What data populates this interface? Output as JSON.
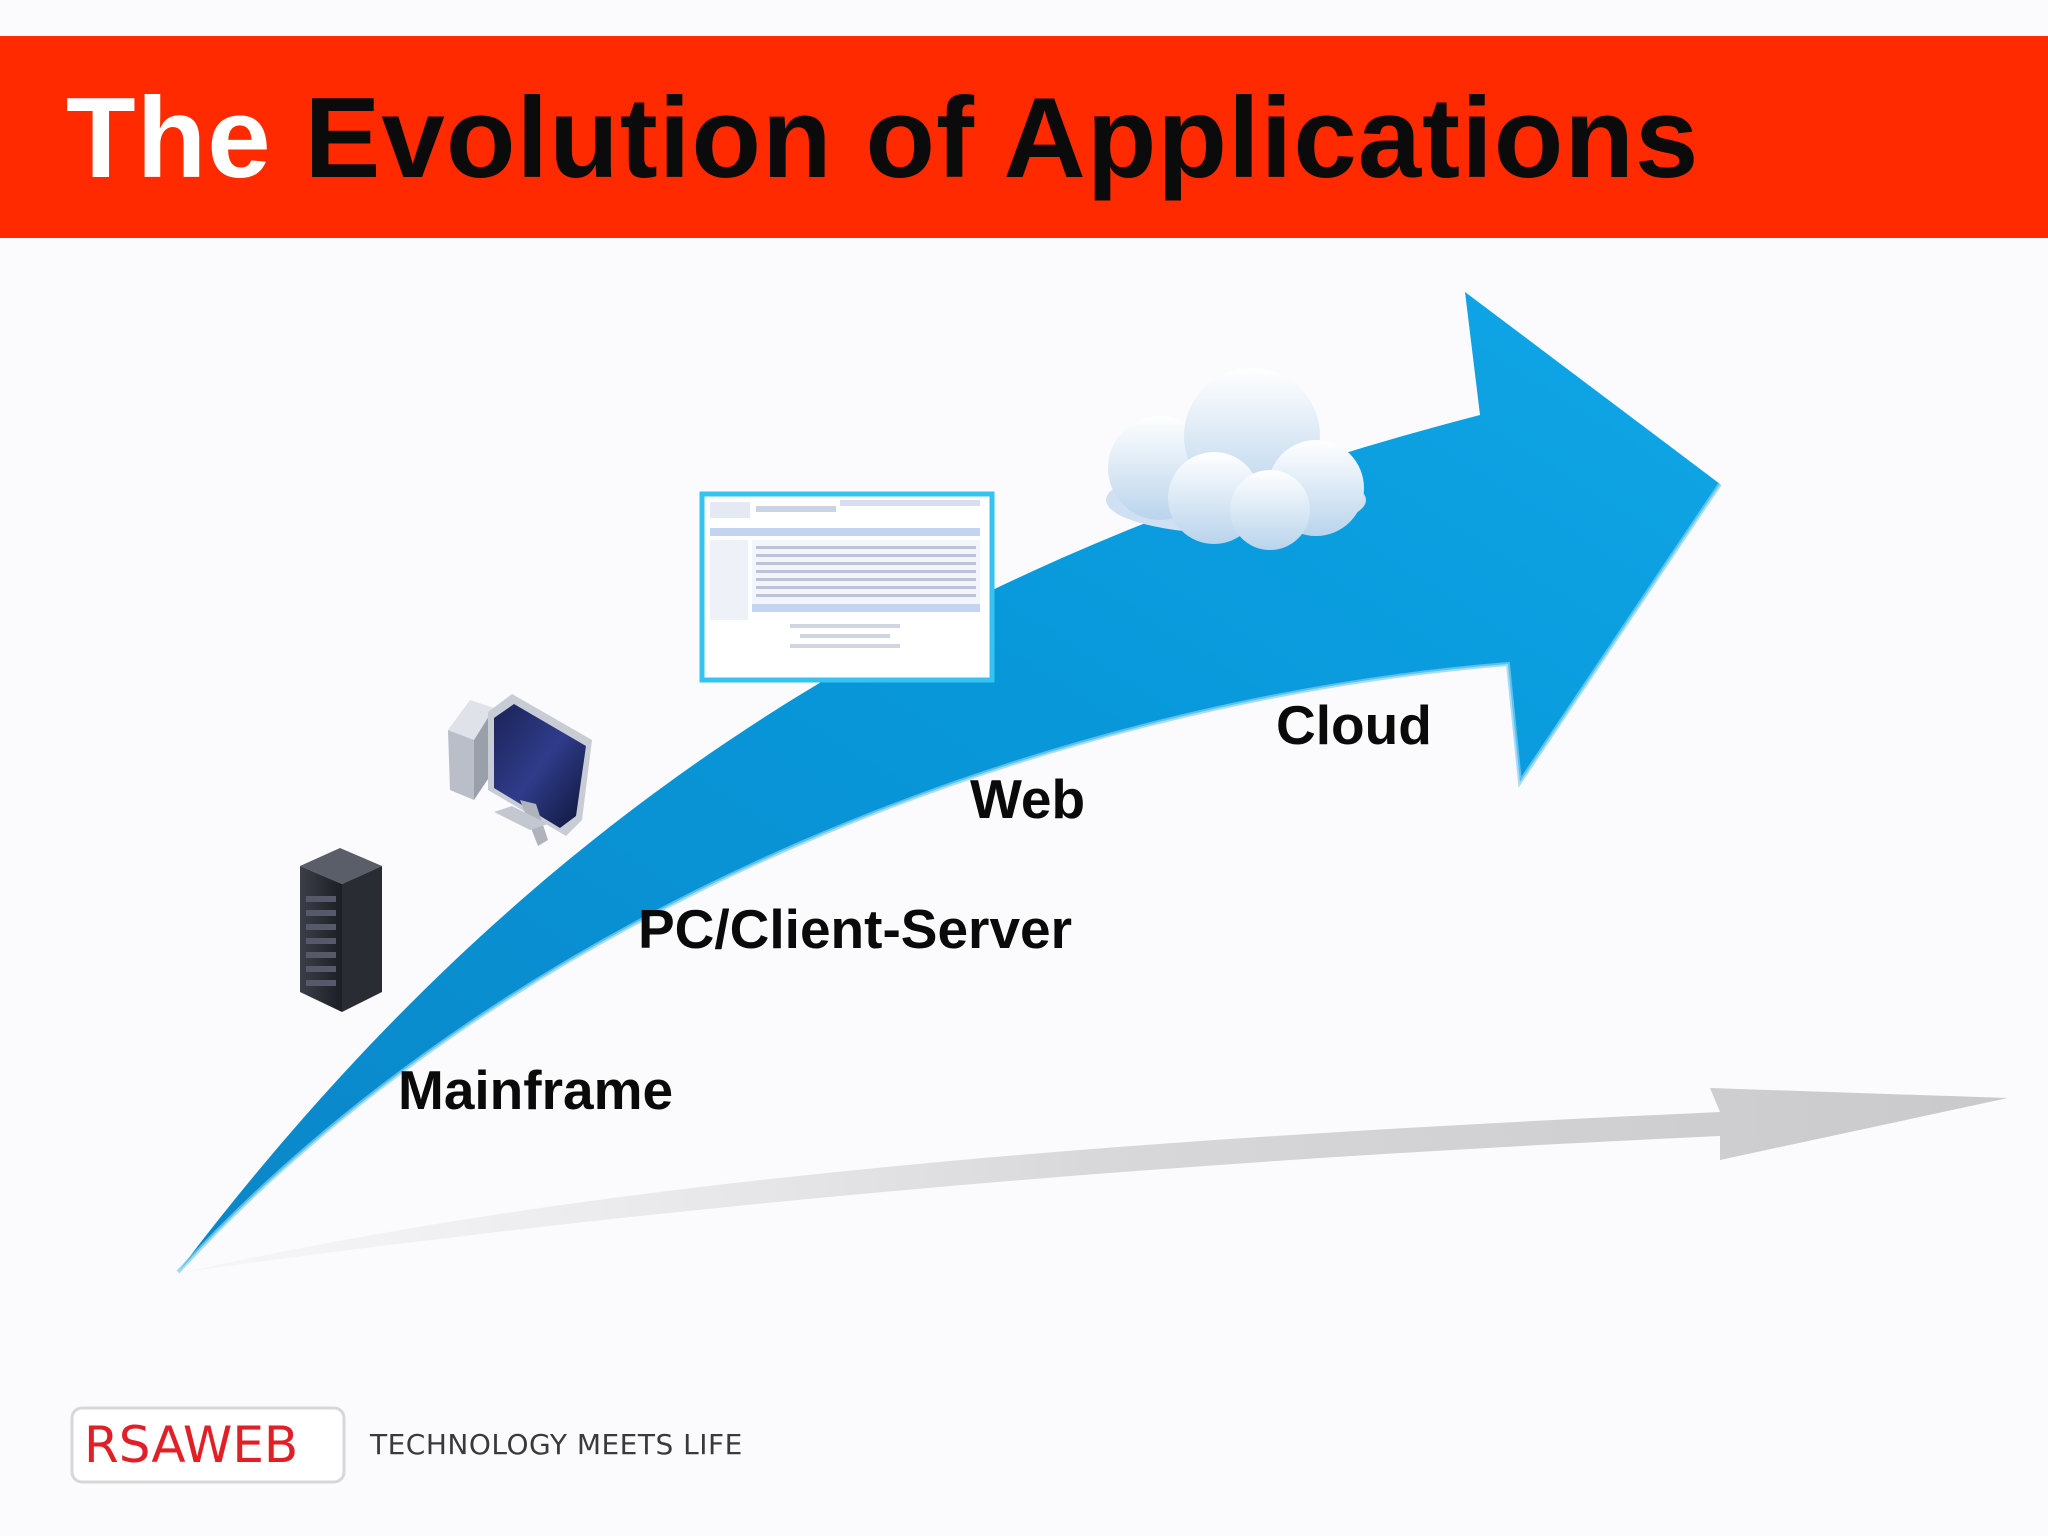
{
  "slide": {
    "title_part1": "The",
    "title_part2": "Evolution of Applications"
  },
  "stages": [
    {
      "label": "Mainframe",
      "icon": "server-tower-icon"
    },
    {
      "label": "PC/Client-Server",
      "icon": "desktop-pc-icon"
    },
    {
      "label": "Web",
      "icon": "webmail-screenshot-icon"
    },
    {
      "label": "Cloud",
      "icon": "cloud-icon"
    }
  ],
  "footer": {
    "logo_text": "RSAWEB",
    "tagline": "TECHNOLOGY MEETS LIFE"
  },
  "colors": {
    "title_bar": "#ff2a00",
    "arrow": "#0996d8",
    "arrow_shadow": "#c9c9cc",
    "logo_red": "#e01f26"
  }
}
